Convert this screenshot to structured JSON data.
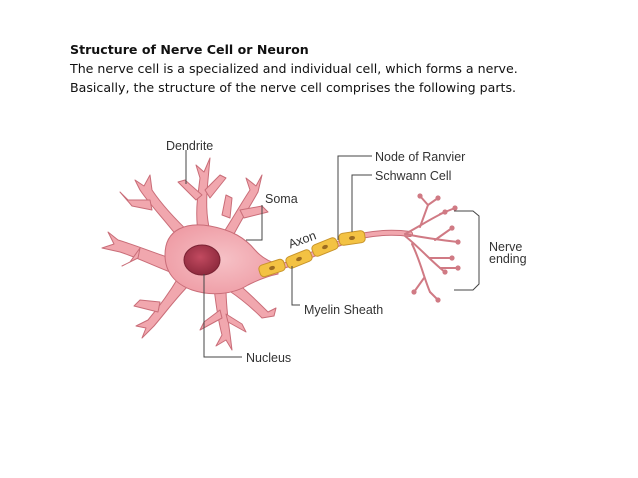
{
  "header": {
    "title": "Structure of Nerve Cell or Neuron",
    "line1": "The nerve cell is a specialized and individual cell, which forms a nerve.",
    "line2": "Basically, the structure of the nerve cell comprises the following parts."
  },
  "diagram": {
    "labels": {
      "dendrite": "Dendrite",
      "soma": "Soma",
      "axon": "Axon",
      "node_of_ranvier": "Node of Ranvier",
      "schwann_cell": "Schwann Cell",
      "nerve_ending_1": "Nerve",
      "nerve_ending_2": "ending",
      "myelin_sheath": "Myelin Sheath",
      "nucleus": "Nucleus"
    },
    "colors": {
      "cell_body": "#f1a7ae",
      "cell_outline": "#c96d78",
      "nucleus": "#a8394d",
      "myelin": "#f3c243",
      "myelin_outline": "#c8942a"
    }
  }
}
